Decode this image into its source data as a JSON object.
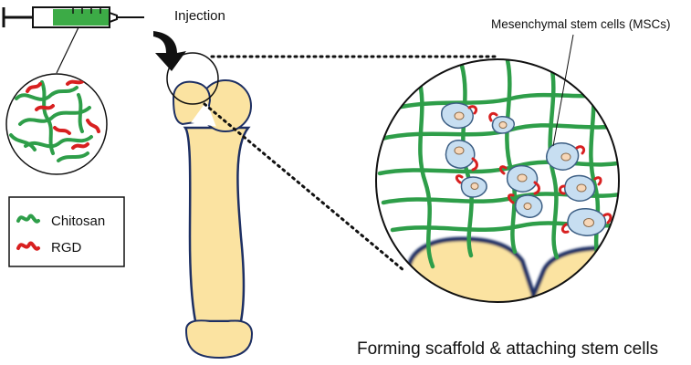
{
  "labels": {
    "injection": "Injection",
    "msc": "Mesenchymal stem cells (MSCs)",
    "caption": "Forming scaffold & attaching stem cells"
  },
  "legend": {
    "items": [
      {
        "label": "Chitosan",
        "color": "#2e9e49",
        "icon": "green-squiggle-icon"
      },
      {
        "label": "RGD",
        "color": "#d82020",
        "icon": "red-squiggle-icon"
      }
    ]
  },
  "colors": {
    "chitosan": "#2e9e49",
    "rgd": "#d82020",
    "bone_fill": "#fbe3a1",
    "bone_outline": "#1d2f63",
    "cell_fill": "#c7def1",
    "cell_outline": "#3d5f84",
    "nucleus_fill": "#f7d7b8",
    "syringe_liquid": "#3cab46"
  }
}
